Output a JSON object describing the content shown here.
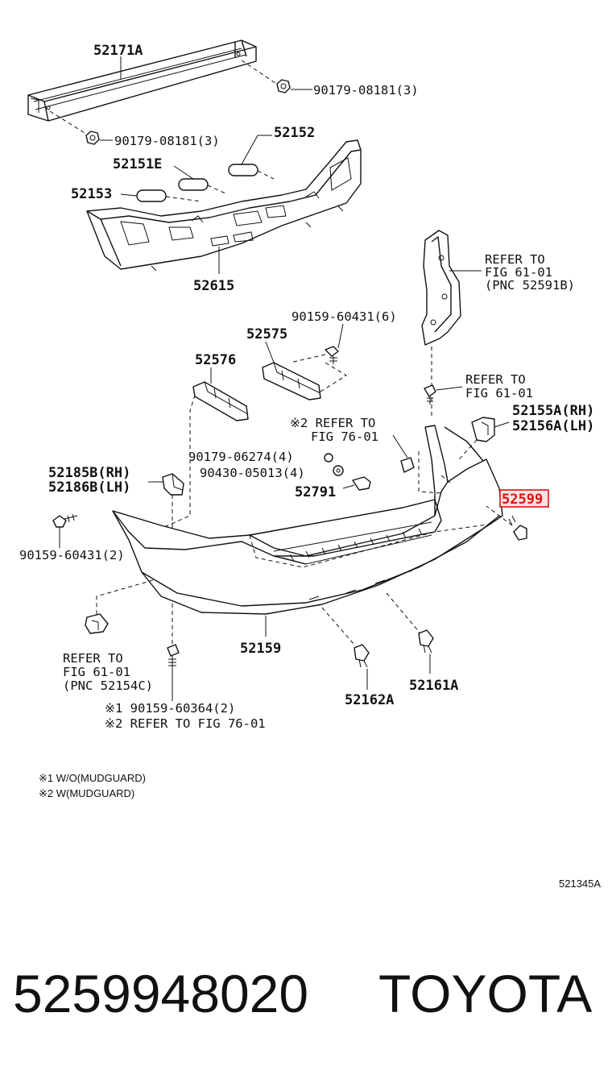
{
  "labels": {
    "p52171A": "52171A",
    "p90179_08181_a": "90179-08181(3)",
    "p90179_08181_b": "90179-08181(3)",
    "p52152": "52152",
    "p52151E": "52151E",
    "p52153": "52153",
    "p52615": "52615",
    "refer_top_1": "REFER TO",
    "refer_top_2": "FIG 61-01",
    "refer_top_3": "(PNC 52591B)",
    "p90159_60431_6": "90159-60431(6)",
    "p52575": "52575",
    "p52576": "52576",
    "refer_mid_1": "REFER TO",
    "refer_mid_2": "FIG 61-01",
    "p52155A": "52155A(RH)",
    "p52156A": "52156A(LH)",
    "refer_762_1": "※2 REFER TO",
    "refer_762_2": "FIG 76-01",
    "p90179_06274": "90179-06274(4)",
    "p90430_05013": "90430-05013(4)",
    "p52185B": "52185B(RH)",
    "p52186B": "52186B(LH)",
    "p52791": "52791",
    "p52599": "52599",
    "p90159_60431_2": "90159-60431(2)",
    "refer_left_1": "REFER TO",
    "refer_left_2": "FIG 61-01",
    "refer_left_3": "(PNC 52154C)",
    "p52159": "52159",
    "p52162A": "52162A",
    "p52161A": "52161A",
    "p90159_60364": "※1 90159-60364(2)",
    "refer_fig7601": "※2 REFER TO FIG 76-01"
  },
  "notes": {
    "note1": "※1  W/O(MUDGUARD)",
    "note2": "※2  W(MUDGUARD)"
  },
  "diagram_code": "521345A",
  "footer": {
    "part_number": "5259948020",
    "brand": "TOYOTA"
  },
  "highlight_color": "#d11111"
}
